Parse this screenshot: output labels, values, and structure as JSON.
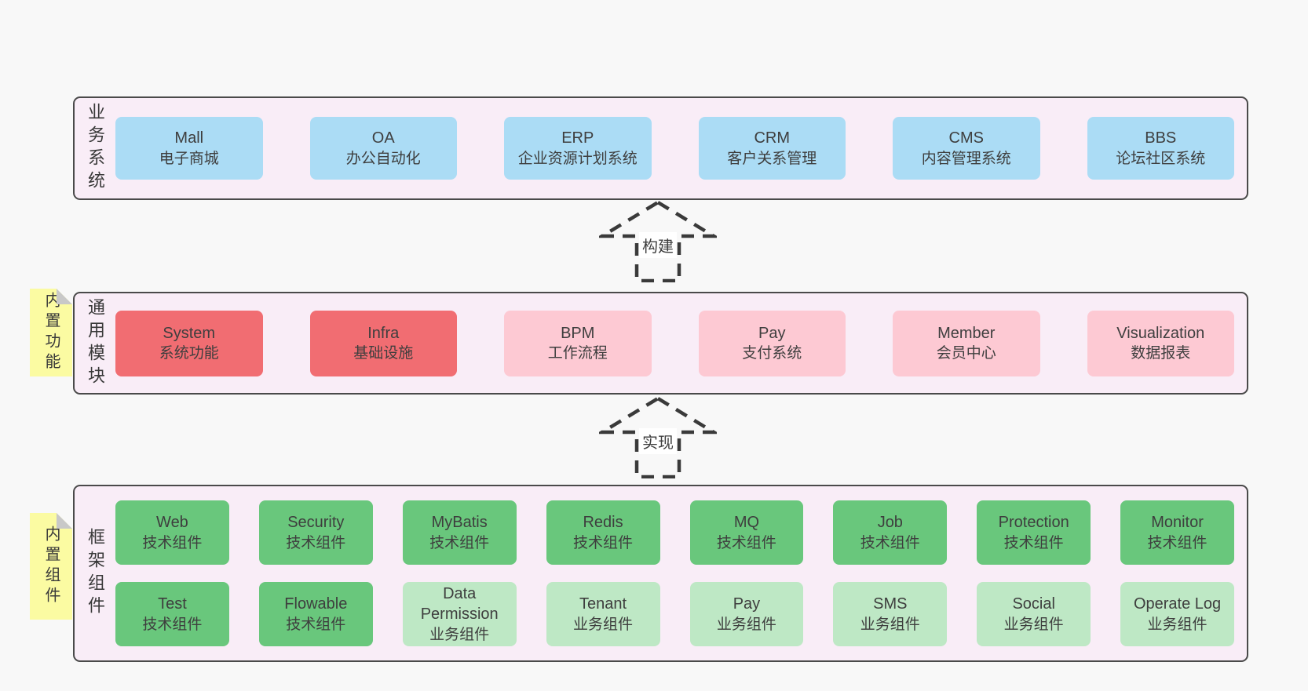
{
  "colors": {
    "page_bg": "#f8f8f8",
    "panel_bg": "#f9edf7",
    "panel_border": "#4a4a4a",
    "blue": "#abdcf5",
    "red": "#f16d72",
    "pink": "#fdc9d3",
    "green": "#69c77c",
    "light_green": "#bee8c5",
    "sticky_yellow": "#fbfba2",
    "sticky_fold": "#c8c8c8",
    "text": "#3e3e3e"
  },
  "arrows": [
    {
      "label": "构建"
    },
    {
      "label": "实现"
    }
  ],
  "layers": [
    {
      "name": "business-systems",
      "side_label": "业务系统",
      "boxes": [
        {
          "en": "Mall",
          "zh": "电子商城"
        },
        {
          "en": "OA",
          "zh": "办公自动化"
        },
        {
          "en": "ERP",
          "zh": "企业资源计划系统"
        },
        {
          "en": "CRM",
          "zh": "客户关系管理"
        },
        {
          "en": "CMS",
          "zh": "内容管理系统"
        },
        {
          "en": "BBS",
          "zh": "论坛社区系统"
        }
      ]
    },
    {
      "name": "common-modules",
      "side_label": "通用模块",
      "sticky": "内置功能",
      "boxes": [
        {
          "en": "System",
          "zh": "系统功能"
        },
        {
          "en": "Infra",
          "zh": "基础设施"
        },
        {
          "en": "BPM",
          "zh": "工作流程"
        },
        {
          "en": "Pay",
          "zh": "支付系统"
        },
        {
          "en": "Member",
          "zh": "会员中心"
        },
        {
          "en": "Visualization",
          "zh": "数据报表"
        }
      ]
    },
    {
      "name": "framework-components",
      "side_label": "框架组件",
      "sticky": "内置组件",
      "rows": [
        [
          {
            "en": "Web",
            "zh": "技术组件"
          },
          {
            "en": "Security",
            "zh": "技术组件"
          },
          {
            "en": "MyBatis",
            "zh": "技术组件"
          },
          {
            "en": "Redis",
            "zh": "技术组件"
          },
          {
            "en": "MQ",
            "zh": "技术组件"
          },
          {
            "en": "Job",
            "zh": "技术组件"
          },
          {
            "en": "Protection",
            "zh": "技术组件"
          },
          {
            "en": "Monitor",
            "zh": "技术组件"
          }
        ],
        [
          {
            "en": "Test",
            "zh": "技术组件"
          },
          {
            "en": "Flowable",
            "zh": "技术组件"
          },
          {
            "en": "Data Permission",
            "zh": "业务组件"
          },
          {
            "en": "Tenant",
            "zh": "业务组件"
          },
          {
            "en": "Pay",
            "zh": "业务组件"
          },
          {
            "en": "SMS",
            "zh": "业务组件"
          },
          {
            "en": "Social",
            "zh": "业务组件"
          },
          {
            "en": "Operate Log",
            "zh": "业务组件"
          }
        ]
      ]
    }
  ]
}
